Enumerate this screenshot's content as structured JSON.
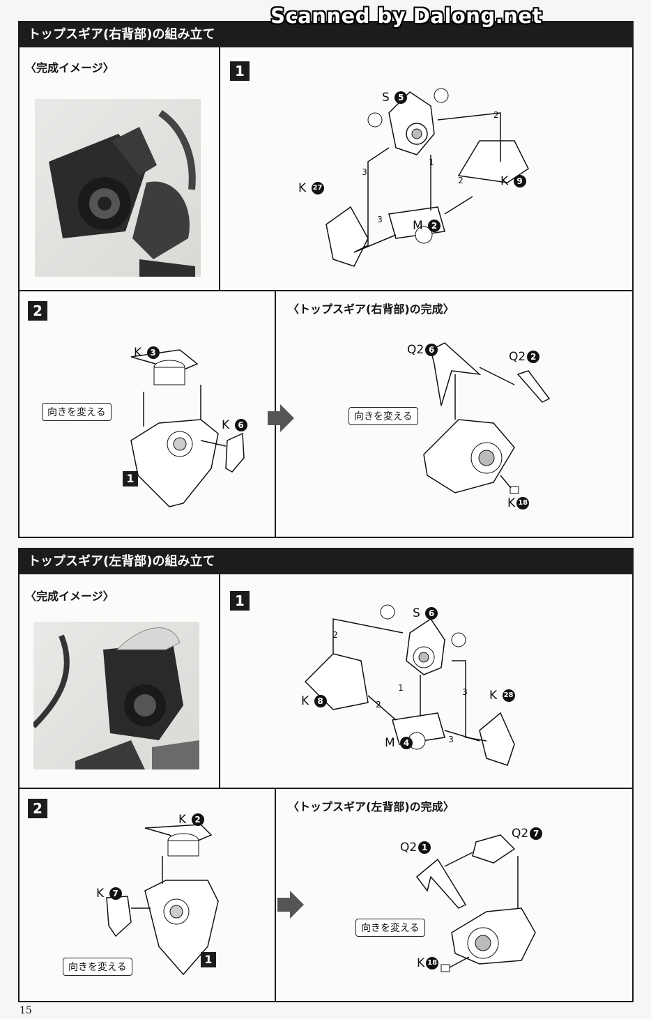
{
  "watermark": "Scanned by Dalong.net",
  "page_number": "15",
  "sections": [
    {
      "header": "トップスギア(右背部)の組み立て",
      "image_title": "〈完成イメージ〉",
      "step1": {
        "badge": "1",
        "parts": [
          {
            "letter": "S",
            "num": "5"
          },
          {
            "letter": "K",
            "num": "9"
          },
          {
            "letter": "K",
            "num": "27"
          },
          {
            "letter": "M",
            "num": "2"
          }
        ],
        "order_marks": [
          "1",
          "2",
          "2",
          "3",
          "3"
        ]
      },
      "step2": {
        "badge": "2",
        "parts": [
          {
            "letter": "K",
            "num": "3"
          },
          {
            "letter": "K",
            "num": "6"
          }
        ],
        "turn_tag": "向きを変える",
        "ref_badge": "1"
      },
      "complete": {
        "title": "〈トップスギア(右背部)の完成〉",
        "parts": [
          {
            "letter": "Q2",
            "num": "6"
          },
          {
            "letter": "Q2",
            "num": "2"
          },
          {
            "letter": "K",
            "num": "18"
          }
        ],
        "turn_tag": "向きを変える"
      }
    },
    {
      "header": "トップスギア(左背部)の組み立て",
      "image_title": "〈完成イメージ〉",
      "step1": {
        "badge": "1",
        "parts": [
          {
            "letter": "S",
            "num": "6"
          },
          {
            "letter": "K",
            "num": "8"
          },
          {
            "letter": "K",
            "num": "28"
          },
          {
            "letter": "M",
            "num": "4"
          }
        ],
        "order_marks": [
          "1",
          "2",
          "2",
          "3",
          "3"
        ]
      },
      "step2": {
        "badge": "2",
        "parts": [
          {
            "letter": "K",
            "num": "2"
          },
          {
            "letter": "K",
            "num": "7"
          }
        ],
        "turn_tag": "向きを変える",
        "ref_badge": "1"
      },
      "complete": {
        "title": "〈トップスギア(左背部)の完成〉",
        "parts": [
          {
            "letter": "Q2",
            "num": "1"
          },
          {
            "letter": "Q2",
            "num": "7"
          },
          {
            "letter": "K",
            "num": "18"
          }
        ],
        "turn_tag": "向きを変える"
      }
    }
  ]
}
